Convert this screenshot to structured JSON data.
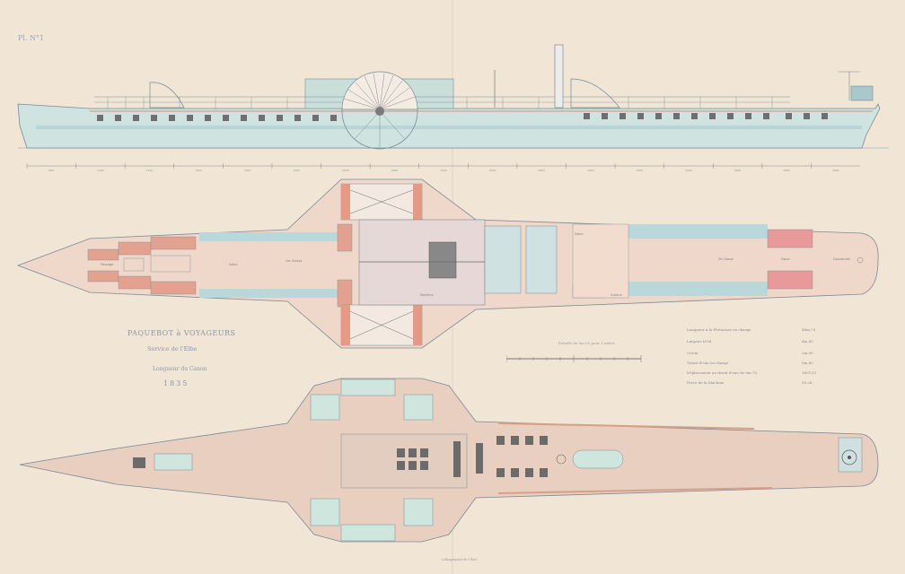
{
  "plate": "Pl. N°1",
  "title": {
    "main": "PAQUEBOT à VOYAGEURS",
    "sub": "Service de l'Elbe",
    "sub2": "Longueur du Canon",
    "year": "1835"
  },
  "scale_caption": "Échelle de 0m,01 pour 1 mètre",
  "dimensions": [
    {
      "label": "Longueur à la Flottaison en charge",
      "value": "48m,70"
    },
    {
      "label": "Largeur Id Id",
      "value": "4m,80"
    },
    {
      "label": "Creux",
      "value": "2m,00"
    },
    {
      "label": "Tirant d'eau en charge",
      "value": "0m,80"
    },
    {
      "label": "Déplacement au tirant d'eau de 0m,75",
      "value": "160T,15"
    },
    {
      "label": "Force de la Machine",
      "value": "50 ch."
    }
  ],
  "scale_ticks": [
    "800",
    "1000",
    "1200",
    "1400",
    "1600",
    "1800",
    "2000",
    "2200",
    "2400",
    "2600",
    "2800",
    "3000",
    "3200",
    "3400",
    "3600",
    "3800",
    "4000"
  ],
  "plan_labels": [
    "Passage",
    "Salon",
    "1er Classe",
    "Machine",
    "Salon",
    "Cuisine",
    "2e Classe",
    "Salon",
    "Gouvernail"
  ],
  "footer": "Lithographie de l'État",
  "colors": {
    "paper": "#f1e5d6",
    "hull_blue": "#c9e0df",
    "deck_pink": "#e8cbbb",
    "brick": "#e09a86",
    "ink": "#7a8a96",
    "grey_blue": "#b9cfd7"
  }
}
